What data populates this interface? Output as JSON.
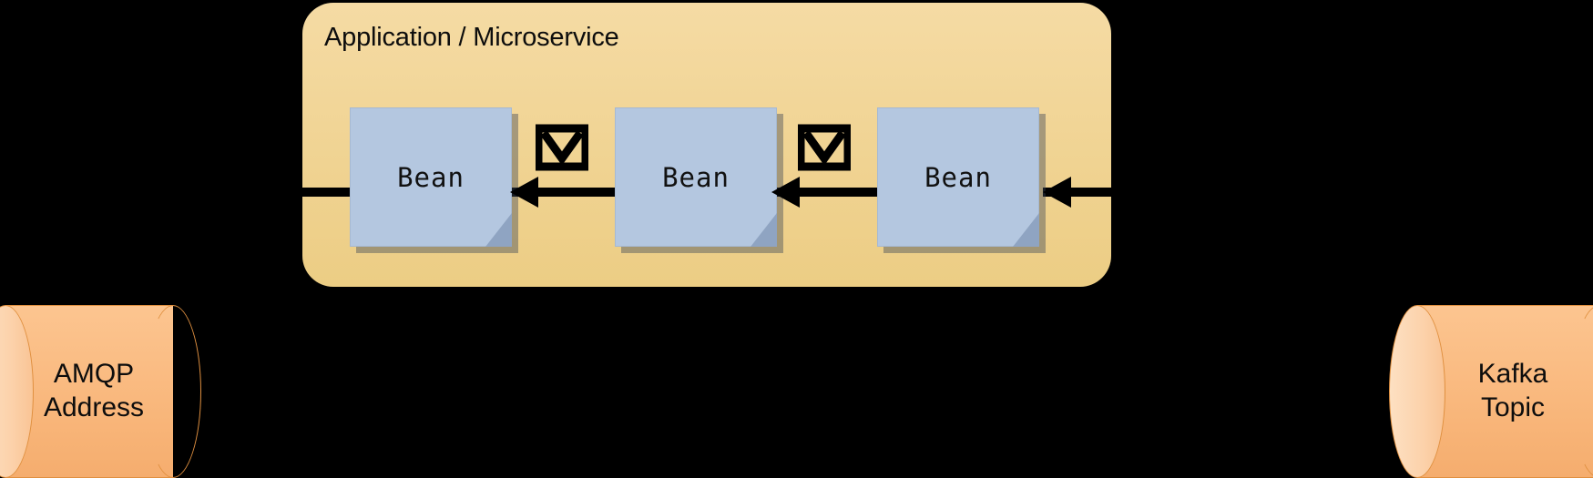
{
  "diagram": {
    "title": "Application / Microservice",
    "background_color": "#000000",
    "container": {
      "label": "Application / Microservice",
      "fill_color": "#f2d492"
    },
    "beans": [
      {
        "label": "Bean"
      },
      {
        "label": "Bean"
      },
      {
        "label": "Bean"
      }
    ],
    "messages": [
      {
        "icon": "envelope-icon"
      },
      {
        "icon": "envelope-icon"
      }
    ],
    "endpoints": [
      {
        "name": "amqp-address",
        "line1": "AMQP",
        "line2": "Address",
        "fill_color": "#f9b87d",
        "shape": "cylinder"
      },
      {
        "name": "kafka-topic",
        "line1": "Kafka",
        "line2": "Topic",
        "fill_color": "#f9b87d",
        "shape": "cylinder"
      }
    ],
    "flow": {
      "direction": "right-to-left",
      "arrow_color": "#000000"
    }
  }
}
